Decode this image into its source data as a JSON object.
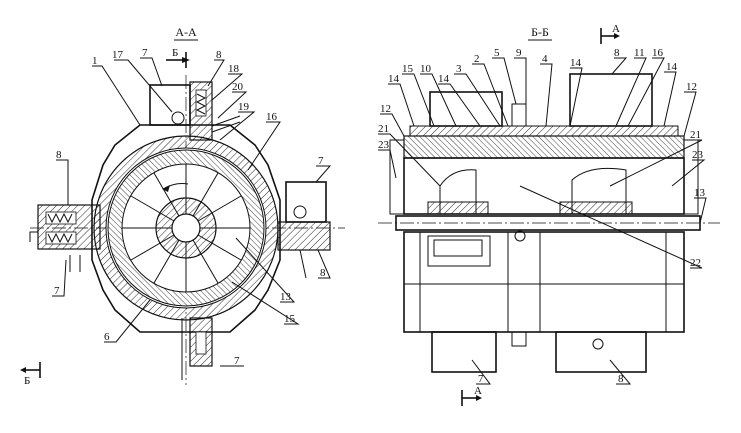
{
  "sections": {
    "left": "А-А",
    "right": "Б-Б"
  },
  "cut_marks": {
    "b_top": "Б",
    "b_bottom": "Б",
    "a_top": "А",
    "a_bottom": "А"
  },
  "left_labels": [
    {
      "id": "l1",
      "text": "1"
    },
    {
      "id": "l17",
      "text": "17"
    },
    {
      "id": "l7a",
      "text": "7"
    },
    {
      "id": "l8a",
      "text": "8"
    },
    {
      "id": "l18",
      "text": "18"
    },
    {
      "id": "l20",
      "text": "20"
    },
    {
      "id": "l19",
      "text": "19"
    },
    {
      "id": "l16",
      "text": "16"
    },
    {
      "id": "l8b",
      "text": "8"
    },
    {
      "id": "l7b",
      "text": "7"
    },
    {
      "id": "l8c",
      "text": "8"
    },
    {
      "id": "l7c",
      "text": "7"
    },
    {
      "id": "l13",
      "text": "13"
    },
    {
      "id": "l15",
      "text": "15"
    },
    {
      "id": "l6",
      "text": "6"
    },
    {
      "id": "l7d",
      "text": "7"
    }
  ],
  "right_labels": [
    {
      "id": "r14a",
      "text": "14"
    },
    {
      "id": "r15",
      "text": "15"
    },
    {
      "id": "r10",
      "text": "10"
    },
    {
      "id": "r14b",
      "text": "14"
    },
    {
      "id": "r3",
      "text": "3"
    },
    {
      "id": "r2",
      "text": "2"
    },
    {
      "id": "r5",
      "text": "5"
    },
    {
      "id": "r9",
      "text": "9"
    },
    {
      "id": "r4",
      "text": "4"
    },
    {
      "id": "r8a",
      "text": "8"
    },
    {
      "id": "r14c",
      "text": "14"
    },
    {
      "id": "r11",
      "text": "11"
    },
    {
      "id": "r16",
      "text": "16"
    },
    {
      "id": "r14d",
      "text": "14"
    },
    {
      "id": "r12a",
      "text": "12"
    },
    {
      "id": "r12b",
      "text": "12"
    },
    {
      "id": "r21a",
      "text": "21"
    },
    {
      "id": "r23a",
      "text": "23"
    },
    {
      "id": "r21b",
      "text": "21"
    },
    {
      "id": "r23b",
      "text": "23"
    },
    {
      "id": "r13",
      "text": "13"
    },
    {
      "id": "r22",
      "text": "22"
    },
    {
      "id": "r7",
      "text": "7"
    },
    {
      "id": "r8b",
      "text": "8"
    }
  ]
}
